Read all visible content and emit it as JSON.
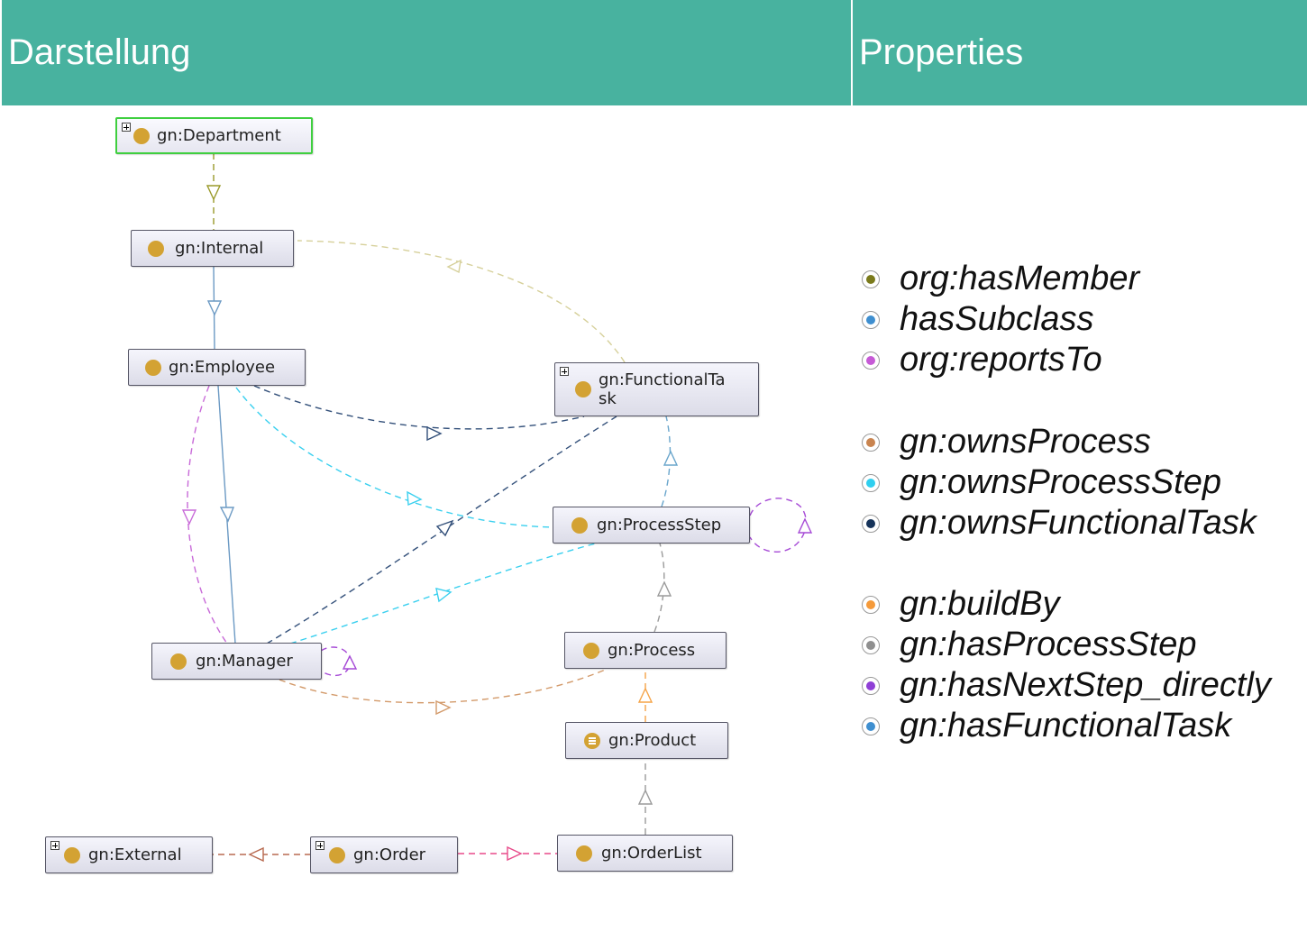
{
  "header": {
    "left_title": "Darstellung",
    "right_title": "Properties"
  },
  "nodes": {
    "department": "gn:Department",
    "internal": "gn:Internal",
    "employee": "gn:Employee",
    "functional_task": "gn:FunctionalTa\nsk",
    "process_step": "gn:ProcessStep",
    "manager": "gn:Manager",
    "process": "gn:Process",
    "product": "gn:Product",
    "external": "gn:External",
    "order": "gn:Order",
    "order_list": "gn:OrderList"
  },
  "legend": [
    {
      "label": "org:hasMember",
      "color": "#7a7a1c"
    },
    {
      "label": "hasSubclass",
      "color": "#3f8fd0"
    },
    {
      "label": "org:reportsTo",
      "color": "#c65ad6"
    },
    {
      "label": "gn:ownsProcess",
      "color": "#c9844f"
    },
    {
      "label": "gn:ownsProcessStep",
      "color": "#2fcfef"
    },
    {
      "label": "gn:ownsFunctionalTask",
      "color": "#16335a"
    },
    {
      "label": "gn:buildBy",
      "color": "#f59a3a"
    },
    {
      "label": "gn:hasProcessStep",
      "color": "#8f8f8f"
    },
    {
      "label": "gn:hasNextStep_directly",
      "color": "#8f3fd6"
    },
    {
      "label": "gn:hasFunctionalTask",
      "color": "#3f8fd0"
    }
  ],
  "edge_colors": {
    "has_member": "#9a9a2a",
    "has_subclass": "#6c9ac4",
    "reports_to": "#c86ad8",
    "owns_process": "#d39a6a",
    "owns_process_step": "#3ad0ef",
    "owns_functional_task": "#33507a",
    "build_by": "#f5a347",
    "has_process_step": "#9a9a9a",
    "has_next_step": "#a64ad6",
    "has_functional_task": "#6aa6cc",
    "order_to_external": "#b86a50",
    "order_to_orderlist": "#e84a8a",
    "internal_functional": "#d6d09a"
  }
}
